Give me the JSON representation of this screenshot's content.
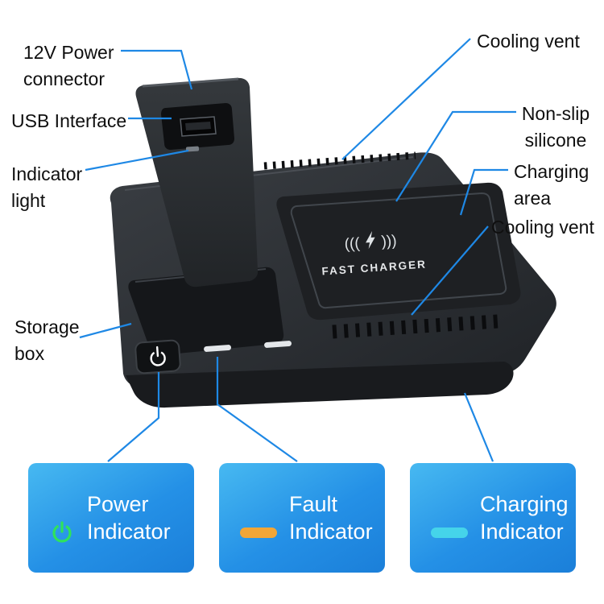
{
  "callouts": {
    "power_connector": "12V Power\nconnector",
    "usb_interface": "USB Interface",
    "indicator_light": "Indicator\nlight",
    "storage_box": "Storage\nbox",
    "cooling_vent_top": "Cooling vent",
    "non_slip_silicone": "Non-slip\nsilicone",
    "charging_area": "Charging\narea",
    "cooling_vent_right": "Cooling vent"
  },
  "device": {
    "pad_waves_left": "(((",
    "pad_waves_right": ")))",
    "fast_charger": "FAST CHARGER"
  },
  "indicator_boxes": [
    {
      "label": "Power\nIndicator",
      "icon": "power-icon",
      "icon_color": "#2fe35b"
    },
    {
      "label": "Fault\nIndicator",
      "icon": "dash-icon",
      "icon_color": "#f2a637"
    },
    {
      "label": "Charging\nIndicator",
      "icon": "dash-icon",
      "icon_color": "#45d4ea"
    }
  ],
  "colors": {
    "callout_line": "#1e88e5",
    "box_gradient_top": "#47b9f1",
    "box_gradient_bottom": "#1b7fd9",
    "box_text": "#ffffff",
    "label_text": "#0f0f0f",
    "device_body": "#26292d"
  }
}
